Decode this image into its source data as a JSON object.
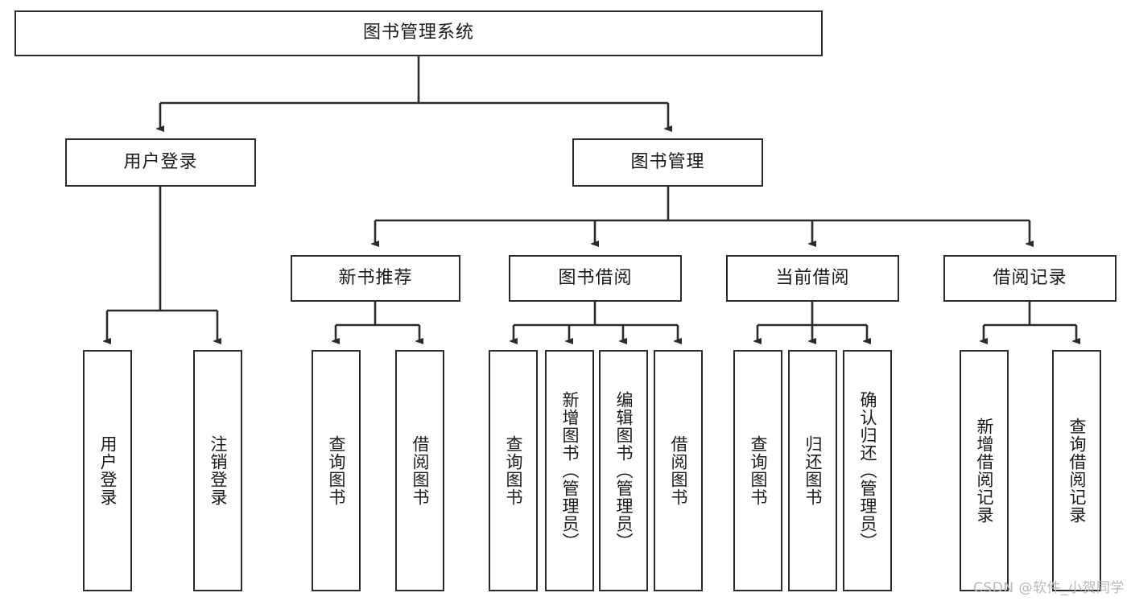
{
  "diagram": {
    "title": "图书管理系统",
    "type": "tree",
    "root": {
      "label": "图书管理系统"
    },
    "level2": [
      {
        "label": "用户登录"
      },
      {
        "label": "图书管理"
      }
    ],
    "level3": [
      {
        "label": "新书推荐"
      },
      {
        "label": "图书借阅"
      },
      {
        "label": "当前借阅"
      },
      {
        "label": "借阅记录"
      }
    ],
    "leaves_user_login": [
      {
        "label": "用户登录"
      },
      {
        "label": "注销登录"
      }
    ],
    "leaves_new_book": [
      {
        "label": "查询图书"
      },
      {
        "label": "借阅图书"
      }
    ],
    "leaves_borrow": [
      {
        "label": "查询图书"
      },
      {
        "label": "新增图书（管理员）"
      },
      {
        "label": "编辑图书（管理员）"
      },
      {
        "label": "借阅图书"
      }
    ],
    "leaves_current": [
      {
        "label": "查询图书"
      },
      {
        "label": "归还图书"
      },
      {
        "label": "确认归还（管理员）"
      }
    ],
    "leaves_records": [
      {
        "label": "新增借阅记录"
      },
      {
        "label": "查询借阅记录"
      }
    ],
    "colors": {
      "border": "#2b2b2b",
      "fill": "#ffffff",
      "text": "#1a1a1a",
      "edge": "#2b2b2b",
      "watermark": "#b8b8b8"
    }
  },
  "watermark": {
    "text": "CSDN @软件_小贺同学"
  }
}
